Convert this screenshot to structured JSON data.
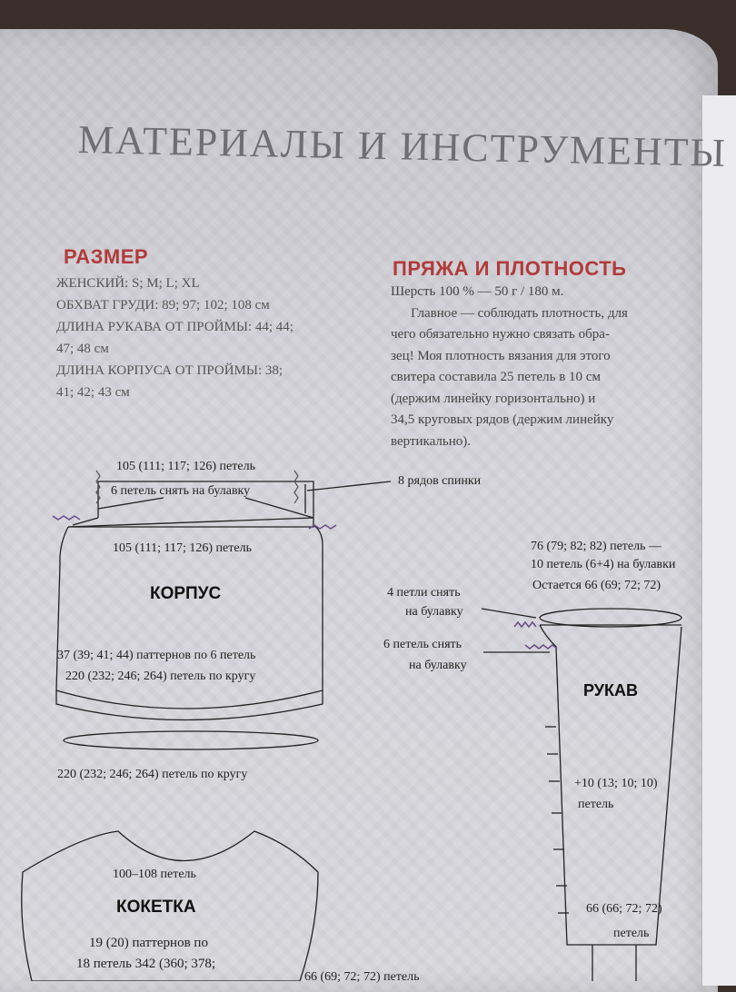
{
  "title": "МАТЕРИАЛЫ И ИНСТРУМЕНТЫ",
  "size": {
    "heading": "РАЗМЕР",
    "lines": [
      "ЖЕНСКИЙ: S; M; L; XL",
      "ОБХВАТ ГРУДИ: 89; 97; 102; 108 см",
      "ДЛИНА РУКАВА ОТ ПРОЙМЫ: 44; 44;",
      "47; 48 см",
      "ДЛИНА КОРПУСА ОТ ПРОЙМЫ: 38;",
      "41; 42; 43 см"
    ]
  },
  "yarn": {
    "heading": "ПРЯЖА И ПЛОТНОСТЬ",
    "lines": [
      "Шерсть 100 % — 50 г / 180 м.",
      "Главное — соблюдать плотность, для",
      "чего обязательно нужно связать обра-",
      "зец! Моя плотность вязания для этого",
      "свитера составила 25 петель в 10 см",
      "(держим линейку горизонтально) и",
      "34,5 круговых рядов (держим линейку",
      "вертикально)."
    ]
  },
  "body_diagram": {
    "top_stitches": "105 (111; 117; 126) петель",
    "remove_6": "6 петель снять на булавку",
    "back_rows": "8 рядов спинки",
    "inner_stitches": "105 (111; 117; 126) петель",
    "name": "КОРПУС",
    "patterns": "37 (39; 41; 44) паттернов по 6 петель",
    "round_total": "220 (232; 246; 264) петель по кругу",
    "bottom": "220 (232; 246; 264) петель по кругу"
  },
  "sleeve_diagram": {
    "top_line1": "76 (79; 82; 82) петель —",
    "top_line2": "10 петель (6+4) на булавки",
    "top_line3": "Остается 66 (69; 72; 72)",
    "remove_4_line1": "4 петли снять",
    "remove_4_line2": "на булавку",
    "remove_6_line1": "6 петель снять",
    "remove_6_line2": "на булавку",
    "name": "РУКАВ",
    "increase_line1": "+10 (13; 10; 10)",
    "increase_line2": "петель",
    "cuff_line1": "66 (66; 72; 72)",
    "cuff_line2": "петель"
  },
  "yoke_diagram": {
    "neck": "100–108 петель",
    "name": "КОКЕТКА",
    "patterns_line1": "19 (20) паттернов по",
    "patterns_line2": "18 петель 342 (360; 378;",
    "bottom_partial": "66 (69; 72; 72) петель"
  }
}
